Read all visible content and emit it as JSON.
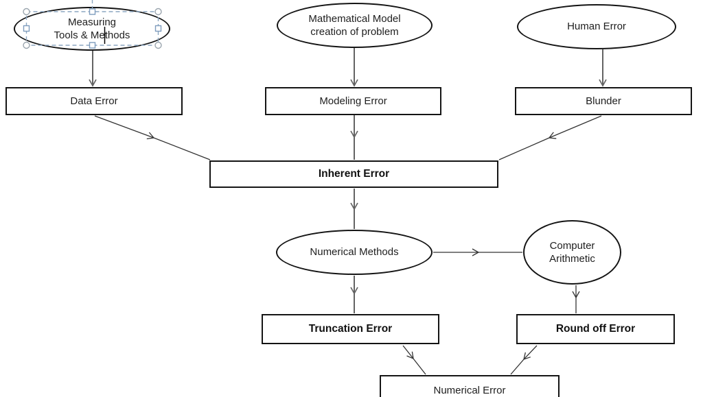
{
  "title": "Error classification flowchart (slide being edited)",
  "nodes": {
    "measuring": {
      "line1": "Measuring",
      "line2": "Tools & Methods"
    },
    "math_model": {
      "line1": "Mathematical Model",
      "line2": "creation of problem"
    },
    "human_error": {
      "label": "Human Error"
    },
    "data_error": {
      "label": "Data Error"
    },
    "modeling_error": {
      "label": "Modeling Error"
    },
    "blunder": {
      "label": "Blunder"
    },
    "inherent_error": {
      "label": "Inherent Error"
    },
    "numerical_methods": {
      "label": "Numerical Methods"
    },
    "computer_arithmetic": {
      "line1": "Computer",
      "line2": "Arithmetic"
    },
    "truncation_error": {
      "label": "Truncation Error"
    },
    "round_off_error": {
      "label": "Round off Error"
    },
    "numerical_error": {
      "label": "Numerical Error"
    }
  },
  "editor_state": {
    "selected_shape": "measuring",
    "text_caret_in": "measuring",
    "caret_after_text": "Me"
  },
  "colors": {
    "background": "#ffffff",
    "shape_border": "#141414",
    "text": "#1e1e1e",
    "connector_gray": "#636363",
    "connector_dark": "#333333",
    "selection_dash": "#8ba6c1",
    "handle_square_stroke": "#7e9cbd",
    "handle_circle_stroke": "#9aa5ae"
  }
}
